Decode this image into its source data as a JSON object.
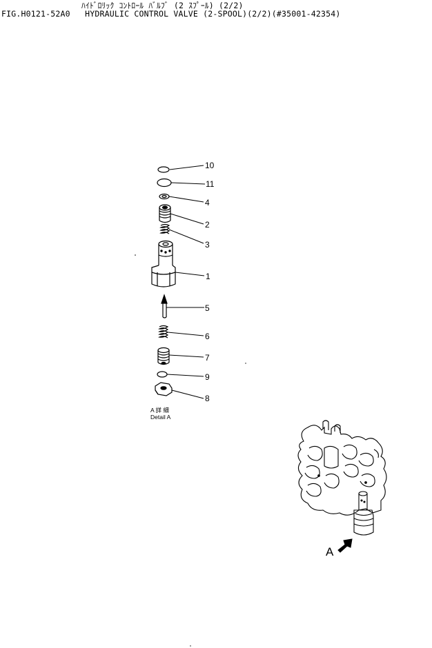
{
  "header": {
    "title_japanese": "ﾊｲﾄﾞﾛﾘｯｸ ｺﾝﾄﾛｰﾙ ﾊﾞﾙﾌﾞ (2 ｽﾌﾟｰﾙ) (2/2)",
    "fig_number": "FIG.H0121-52A0",
    "title": "HYDRAULIC CONTROL VALVE (2-SPOOL)(2/2)(#35001-42354)"
  },
  "callouts": [
    "10",
    "11",
    "4",
    "2",
    "3",
    "1",
    "5",
    "6",
    "7",
    "9",
    "8"
  ],
  "detail": {
    "label_japanese": "A 詳 細",
    "label": "Detail A"
  },
  "view_arrow_label": "A"
}
